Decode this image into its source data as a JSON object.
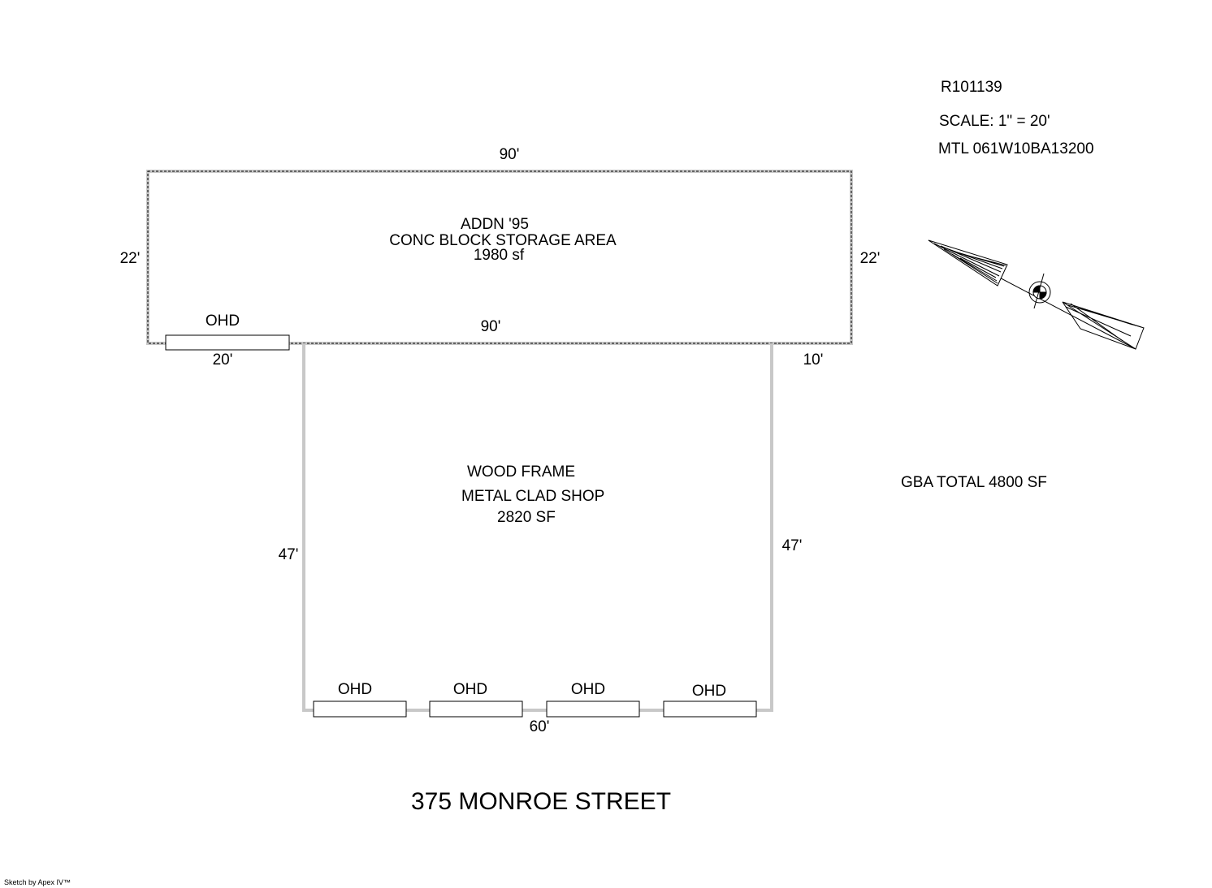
{
  "header": {
    "record_id": "R101139",
    "scale": "SCALE: 1\" = 20'",
    "map_tax_lot": "MTL 061W10BA13200"
  },
  "addition": {
    "line1": "ADDN '95",
    "line2": "CONC BLOCK STORAGE AREA",
    "line3": "1980 sf",
    "top_dim": "90'",
    "bottom_dim": "90'",
    "left_dim": "22'",
    "right_dim": "22'"
  },
  "shop": {
    "line1": "WOOD FRAME",
    "line2": "METAL CLAD SHOP",
    "line3": "2820 SF",
    "left_dim": "47'",
    "right_dim": "47'",
    "bottom_dim": "60'",
    "left_offset_dim": "20'",
    "right_offset_dim": "10'"
  },
  "doors": {
    "addition_door": "OHD",
    "shop_doors": [
      "OHD",
      "OHD",
      "OHD",
      "OHD"
    ]
  },
  "summary": {
    "gba_total": "GBA TOTAL 4800 SF"
  },
  "footer": {
    "address": "375 MONROE STREET",
    "credit": "Sketch by Apex IV™"
  },
  "colors": {
    "wall": "#c8c8c8",
    "line": "#000000",
    "background": "#ffffff"
  }
}
